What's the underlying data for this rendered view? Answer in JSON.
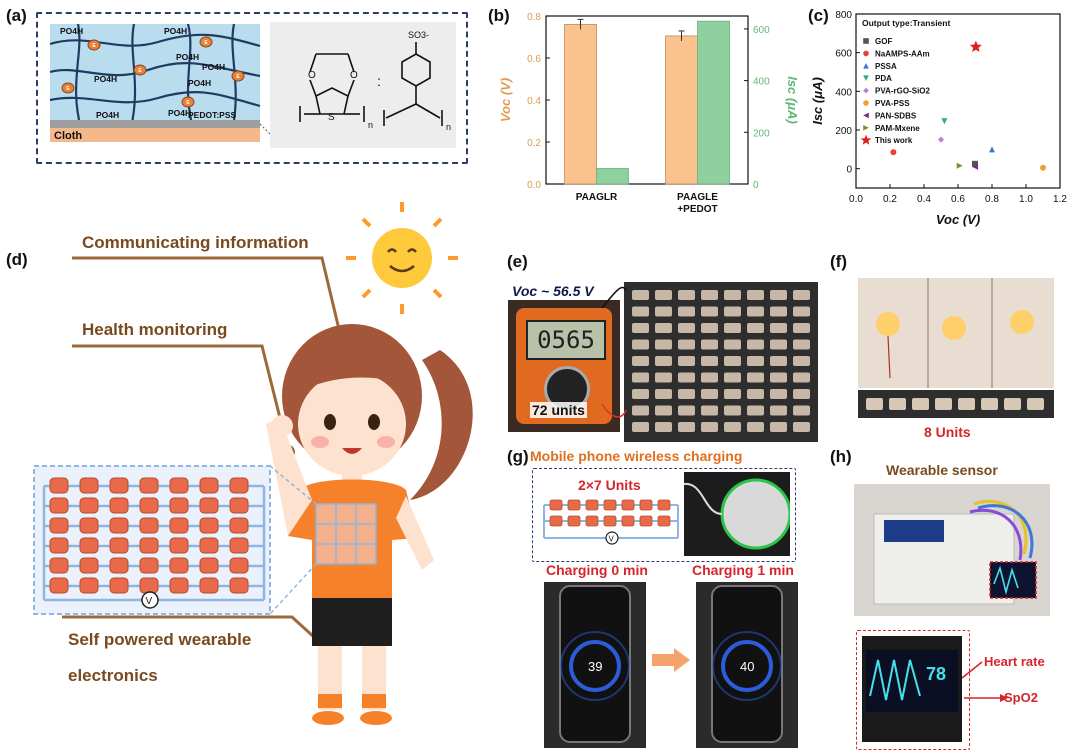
{
  "panels": {
    "a": {
      "label": "(a)",
      "groups": [
        "PO4H",
        "PO4H",
        "PO4H",
        "PO4H",
        "PO4H",
        "PO4H",
        "PO4H",
        "PO4H"
      ],
      "bead": "E",
      "layer_label": "PEDOT:PSS",
      "base_label": "Cloth",
      "sulfonate": "SO3-",
      "repeat": "n",
      "separator": ":"
    },
    "b": {
      "label": "(b)",
      "chart_data": {
        "type": "bar",
        "categories": [
          "PAAGLR",
          "PAAGLE\n+PEDOT"
        ],
        "series": [
          {
            "values": [
              0.76,
              0.705
            ],
            "color": "#f9c28e",
            "axis": "left"
          },
          {
            "values": [
              60,
              630
            ],
            "color": "#8fd19e",
            "axis": "right"
          }
        ],
        "ylabel_left": "Voc (V)",
        "ylabel_right": "Isc (μA)",
        "ylim_left": [
          0,
          0.8
        ],
        "ylim_right": [
          0,
          650
        ],
        "yticks_left": [
          "0.0",
          "0.2",
          "0.4",
          "0.6",
          "0.8"
        ],
        "yticks_right": [
          "0",
          "200",
          "400",
          "600"
        ],
        "left_color": "#e39a53",
        "right_color": "#5fb873"
      }
    },
    "c": {
      "label": "(c)",
      "chart_data": {
        "type": "scatter",
        "annotation": "Output type:Transient",
        "xlabel": "Voc (V)",
        "ylabel": "Isc (μA)",
        "xlim": [
          0,
          1.2
        ],
        "ylim": [
          -100,
          800
        ],
        "xticks": [
          "0.0",
          "0.2",
          "0.4",
          "0.6",
          "0.8",
          "1.0",
          "1.2"
        ],
        "yticks": [
          "0",
          "200",
          "400",
          "600",
          "800"
        ],
        "series": [
          {
            "name": "GOF",
            "marker": "square",
            "color": "#555555",
            "x": 0.7,
            "y": 25
          },
          {
            "name": "NaAMPS-AAm",
            "marker": "circle",
            "color": "#e8413c",
            "x": 0.22,
            "y": 85
          },
          {
            "name": "PSSA",
            "marker": "triangle-up",
            "color": "#3c78d8",
            "x": 0.8,
            "y": 100
          },
          {
            "name": "PDA",
            "marker": "triangle-down",
            "color": "#2eaa88",
            "x": 0.52,
            "y": 245
          },
          {
            "name": "PVA-rGO-SiO2",
            "marker": "diamond",
            "color": "#b57de0",
            "x": 0.5,
            "y": 150
          },
          {
            "name": "PVA-PSS",
            "marker": "circle",
            "color": "#f0a030",
            "x": 1.1,
            "y": 5
          },
          {
            "name": "PAN-SDBS",
            "marker": "triangle-left",
            "color": "#7a2a8a",
            "x": 0.7,
            "y": 10
          },
          {
            "name": "PAM-Mxene",
            "marker": "triangle-right",
            "color": "#8a8a2a",
            "x": 0.61,
            "y": 15
          },
          {
            "name": "This work",
            "marker": "star",
            "color": "#e02020",
            "x": 0.705,
            "y": 630
          }
        ]
      }
    },
    "d": {
      "label": "(d)",
      "texts": [
        "Communicating information",
        "Health monitoring",
        "Self powered wearable",
        "electronics"
      ],
      "meter": "V"
    },
    "e": {
      "label": "(e)",
      "voc": "Voc ~ 56.5 V",
      "units": "72 units",
      "display": "0565"
    },
    "f": {
      "label": "(f)",
      "units": "8 Units"
    },
    "g": {
      "label": "(g)",
      "title": "Mobile phone wireless charging",
      "units": "2×7 Units",
      "meter": "V",
      "before": "Charging 0 min",
      "after": "Charging 1 min",
      "pct_before": "39",
      "pct_after": "40"
    },
    "h": {
      "label": "(h)",
      "title": "Wearable sensor",
      "hr": "Heart rate",
      "spo2": "SpO2",
      "reading": "78"
    }
  }
}
